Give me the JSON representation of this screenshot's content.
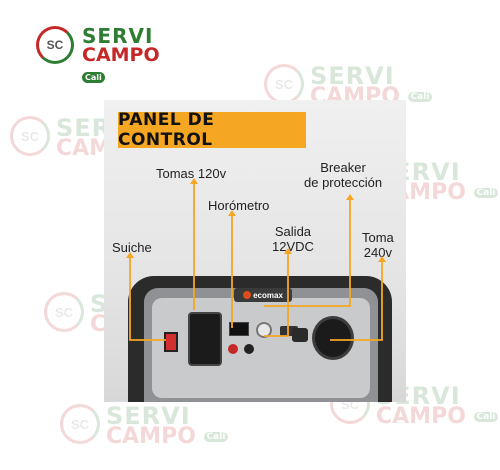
{
  "watermark": {
    "mark": "SC",
    "line1": "SERVI",
    "line2": "CAMPO",
    "badge": "Cali"
  },
  "logo": {
    "mark": "SC",
    "line1": "SERVI",
    "line2": "CAMPO",
    "badge": "Cali"
  },
  "panel": {
    "title": "PANEL DE CONTROL",
    "brand": "ecomax",
    "labels": {
      "tomas_120": "Tomas 120v",
      "breaker_1": "Breaker",
      "breaker_2": "de protección",
      "horometro": "Horómetro",
      "salida_1": "Salida",
      "salida_2": "12VDC",
      "toma_1": "Toma",
      "toma_2": "240v",
      "suiche": "Suiche"
    }
  },
  "colors": {
    "accent": "#f5a623",
    "brand_green": "#2e7d32",
    "brand_red": "#c62828"
  }
}
